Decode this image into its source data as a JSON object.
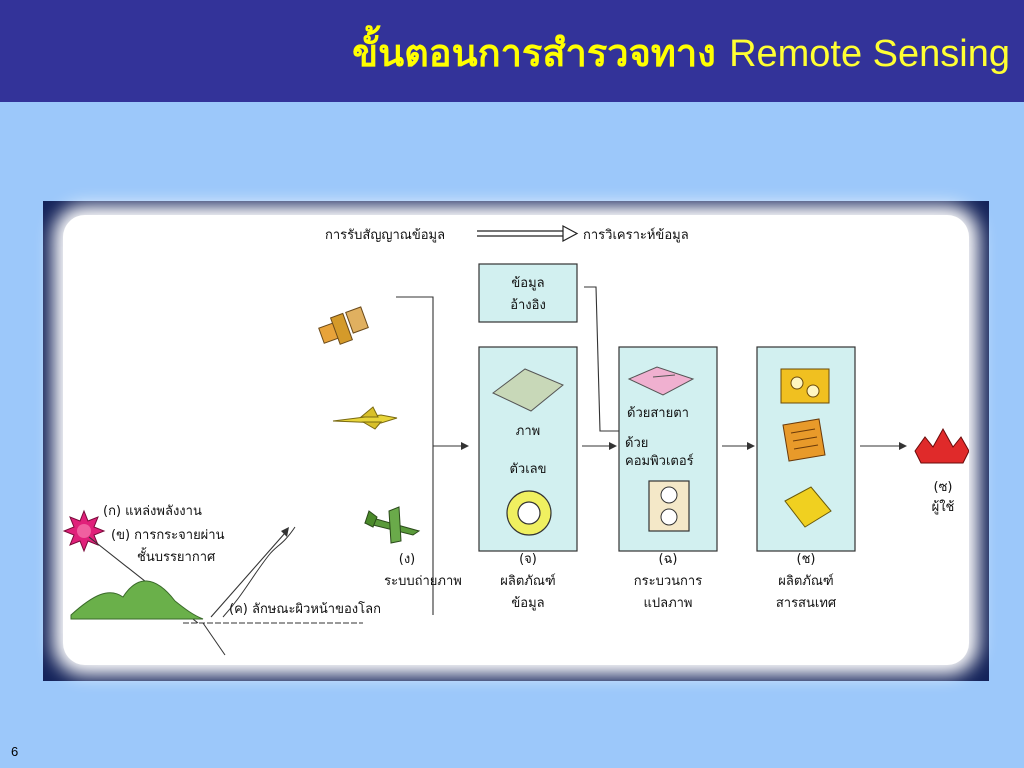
{
  "slide": {
    "title_thai": "ขั้นตอนการสำรวจทาง",
    "title_en": "Remote Sensing",
    "number": "6"
  },
  "colors": {
    "title_bar": "#333399",
    "title_text": "#ffff00",
    "background": "#9cc8fa",
    "panel_fill": "#d2f0f0",
    "frame": "#14235a"
  },
  "diagram": {
    "flow_left": "การรับสัญญาณข้อมูล",
    "flow_right": "การวิเคราะห์ข้อมูล",
    "reference_box": [
      "ข้อมูล",
      "อ้างอิง"
    ],
    "energy_source": "(ก) แหล่งพลังงาน",
    "atmosphere": [
      "(ข) การกระจายผ่าน",
      "ชั้นบรรยากาศ"
    ],
    "surface": "(ค) ลักษณะผิวหน้าของโลก",
    "sensor_caption": [
      "(ง)",
      "ระบบถ่ายภาพ"
    ],
    "data_panel": {
      "image": "ภาพ",
      "digital": "ตัวเลข"
    },
    "data_caption": [
      "(จ)",
      "ผลิตภัณฑ์",
      "ข้อมูล"
    ],
    "processing_panel": {
      "visual": "ด้วยสายตา",
      "computer": [
        "ด้วย",
        "คอมพิวเตอร์"
      ]
    },
    "processing_caption": [
      "(ฉ)",
      "กระบวนการ",
      "แปลภาพ"
    ],
    "info_caption": [
      "(ช)",
      "ผลิตภัณฑ์",
      "สารสนเทศ"
    ],
    "user_caption": [
      "(ซ)",
      "ผู้ใช้"
    ]
  }
}
